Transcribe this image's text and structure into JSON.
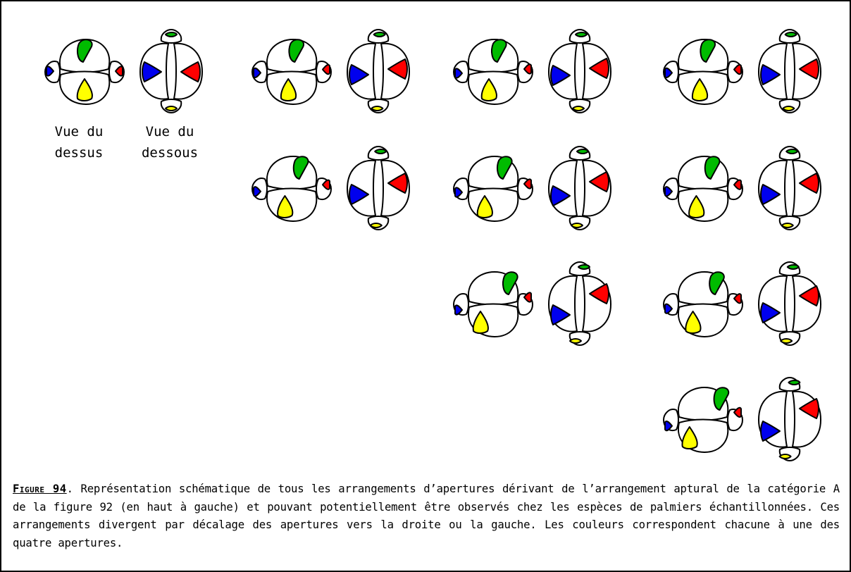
{
  "labels": {
    "top_view": [
      "Vue du",
      "dessus"
    ],
    "bottom_view": [
      "Vue du",
      "dessous"
    ]
  },
  "caption": {
    "figure_label": "Figure 94",
    "text": ". Représentation schématique de tous les arrangements d’apertures dérivant de l’arrangement aptural de la catégorie A de la figure 92 (en haut à gauche) et pouvant potentiellement être observés chez les espèces de palmiers échantillonnées. Ces arrangements divergent par décalage des apertures vers la droite ou la gauche. Les couleurs correspondent chacune à une des quatre apertures."
  },
  "colors": {
    "green": "#00bb00",
    "blue": "#0000ee",
    "red": "#ff0000",
    "yellow": "#ffff00",
    "outline": "#000000"
  },
  "arrangements_per_column": [
    1,
    2,
    3,
    4
  ]
}
